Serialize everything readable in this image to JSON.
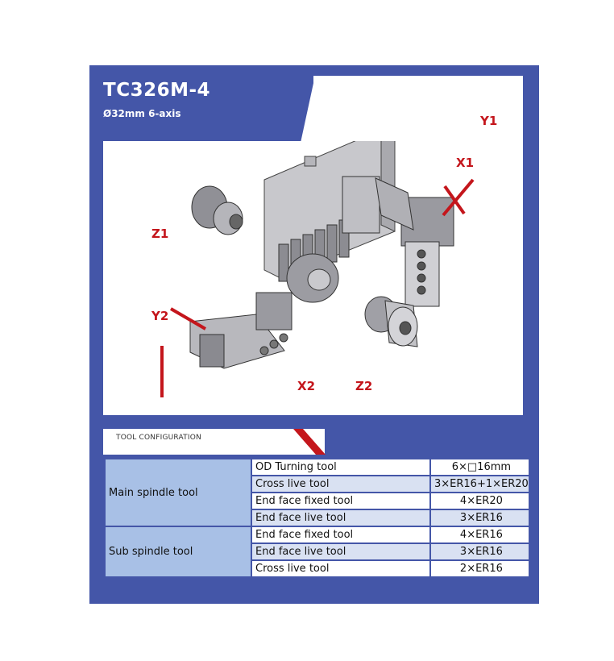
{
  "header": {
    "model": "TC326M-4",
    "spec": "Ø32mm 6-axis"
  },
  "axes": {
    "y1": "Y1",
    "x1": "X1",
    "z1": "Z1",
    "y2": "Y2",
    "x2": "X2",
    "z2": "Z2"
  },
  "config": {
    "title": "TOOL CONFIGURATION",
    "groups": [
      {
        "name": "Main spindle tool",
        "rows": [
          {
            "tool": "OD Turning tool",
            "value": "6×□16mm"
          },
          {
            "tool": "Cross live tool",
            "value": "3×ER16+1×ER20"
          },
          {
            "tool": "End face fixed tool",
            "value": "4×ER20"
          },
          {
            "tool": "End face live tool",
            "value": "3×ER16"
          }
        ]
      },
      {
        "name": "Sub spindle tool",
        "rows": [
          {
            "tool": "End face fixed tool",
            "value": "4×ER16"
          },
          {
            "tool": "End face live tool",
            "value": "3×ER16"
          },
          {
            "tool": "Cross live tool",
            "value": "2×ER16"
          }
        ]
      }
    ]
  },
  "colors": {
    "panel": "#4456a8",
    "accent": "#c4161c",
    "group_cell": "#a8c0e6",
    "row_alt": "#d9e1f2"
  }
}
